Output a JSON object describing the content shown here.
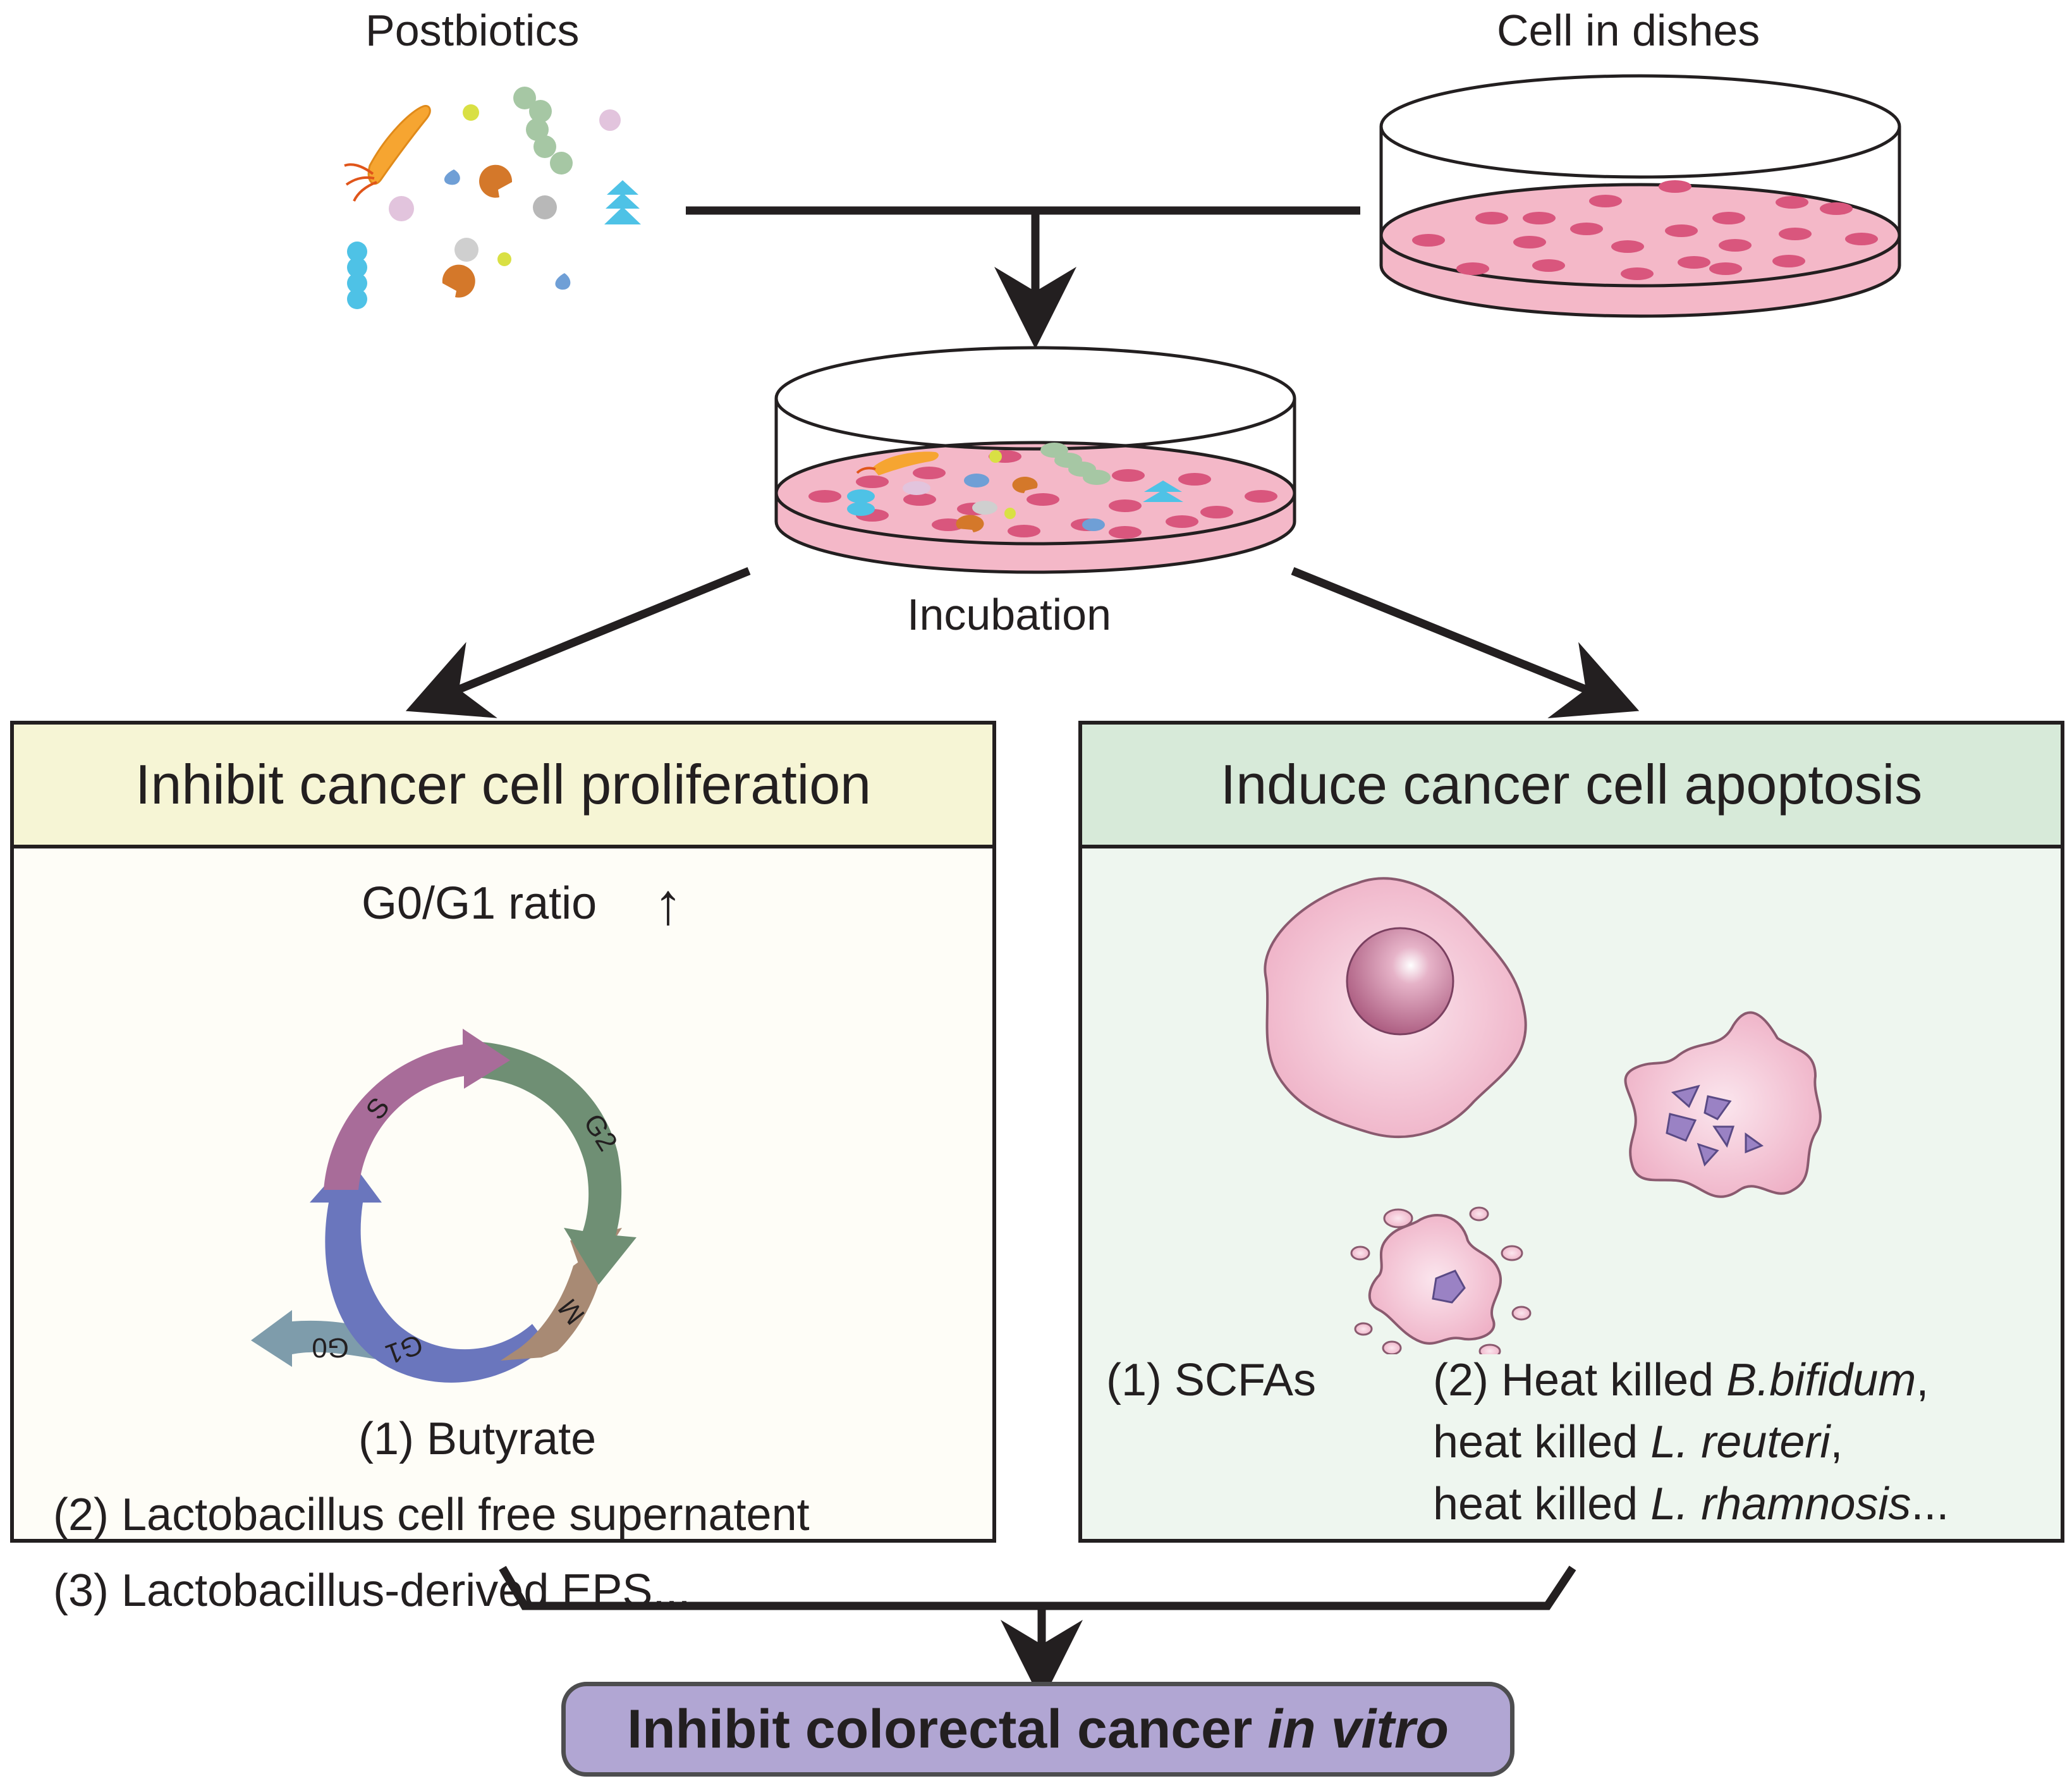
{
  "inputs": {
    "postbiotics_label": "Postbiotics",
    "cells_label": "Cell in dishes",
    "incubation_label": "Incubation"
  },
  "left_panel": {
    "title": "Inhibit cancer cell proliferation",
    "ratio_label": "G0/G1 ratio",
    "ratio_arrow": "↑",
    "phases": {
      "s": "S",
      "g2": "G2",
      "m": "M",
      "g1": "G1",
      "g0": "G0"
    },
    "items": [
      "(1) Butyrate",
      "(2) Lactobacillus cell free supernatent",
      "(3) Lactobacillus-derived EPS..."
    ]
  },
  "right_panel": {
    "title": "Induce cancer cell apoptosis",
    "item1": "(1) SCFAs",
    "item2": {
      "line1_prefix": "(2) Heat killed ",
      "line1_species": "B.bifidum",
      "line1_suffix": ",",
      "line2_prefix": "heat killed ",
      "line2_species": "L. reuteri",
      "line2_suffix": ",",
      "line3_prefix": "heat killed ",
      "line3_species": "L. rhamnosis",
      "line3_suffix": "..."
    }
  },
  "result": {
    "prefix": "Inhibit colorectal cancer ",
    "italic": "in vitro"
  },
  "colors": {
    "left_header": "#f6f5d5",
    "left_body": "#fefdf7",
    "right_header": "#d7ead9",
    "right_body": "#eef6ef",
    "dish_medium": "#f4b8c8",
    "dish_cell": "#d9567d",
    "phase_s": "#a86c99",
    "phase_g2": "#6f8f74",
    "phase_m": "#a88a74",
    "phase_g1": "#6a76bd",
    "phase_g0": "#7e9cab",
    "result_fill": "#b1a6d3"
  }
}
